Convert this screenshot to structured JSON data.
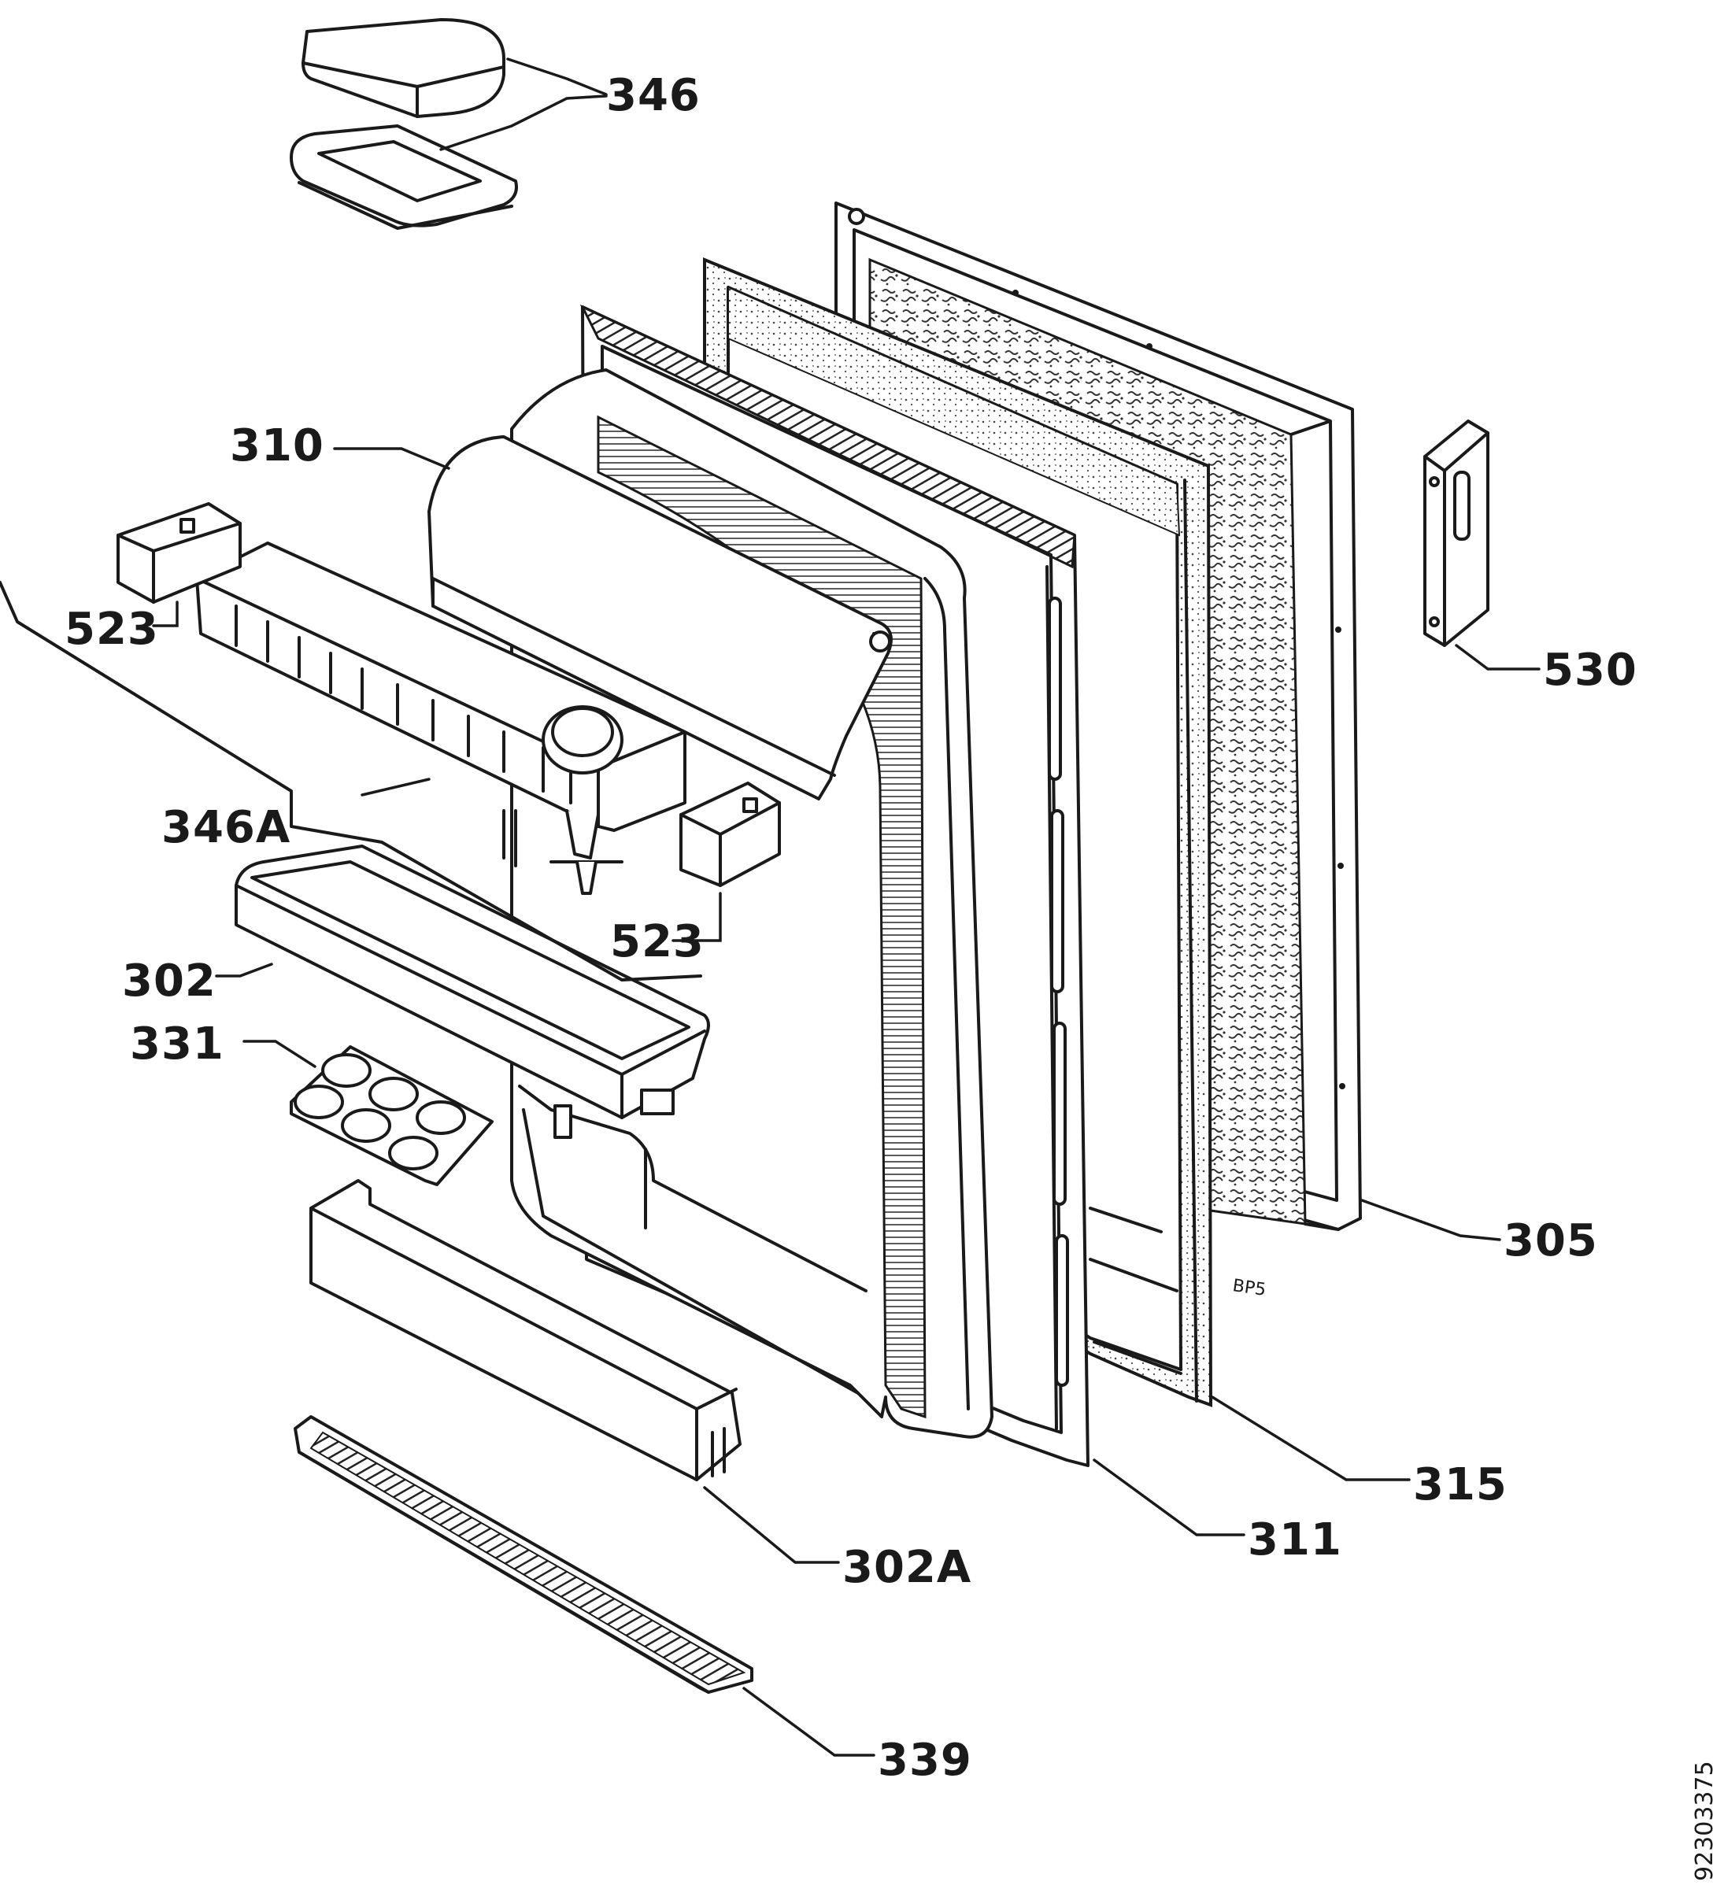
{
  "callouts": [
    {
      "id": "346",
      "text": "346"
    },
    {
      "id": "310",
      "text": "310"
    },
    {
      "id": "523a",
      "text": "523"
    },
    {
      "id": "530",
      "text": "530"
    },
    {
      "id": "346a",
      "text": "346A"
    },
    {
      "id": "523b",
      "text": "523"
    },
    {
      "id": "302",
      "text": "302"
    },
    {
      "id": "331",
      "text": "331"
    },
    {
      "id": "305",
      "text": "305"
    },
    {
      "id": "315",
      "text": "315"
    },
    {
      "id": "311",
      "text": "311"
    },
    {
      "id": "302a",
      "text": "302A"
    },
    {
      "id": "339",
      "text": "339"
    }
  ],
  "gasket_marking": "BP5",
  "document_number": "92303375"
}
